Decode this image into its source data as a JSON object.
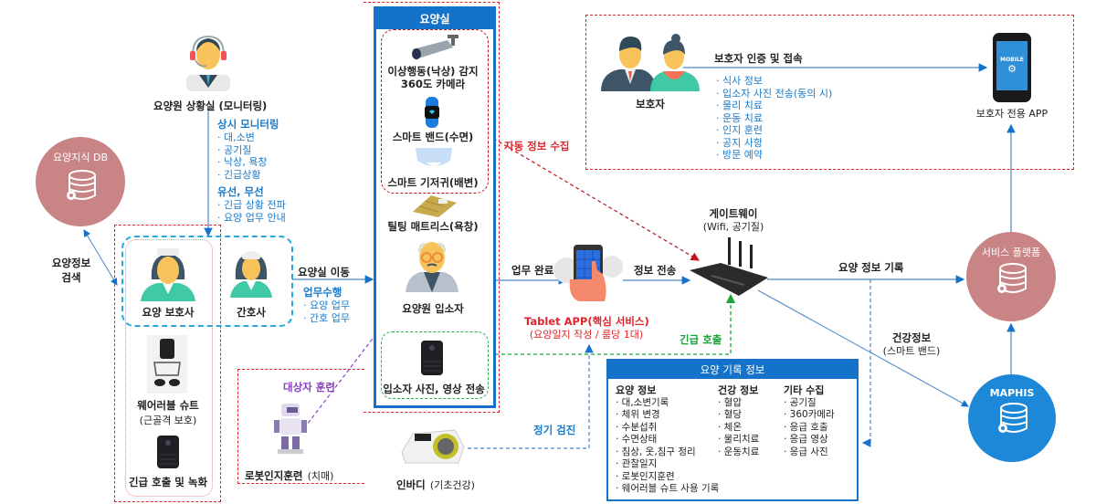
{
  "monitor": {
    "label": "요양원 상황실 (모니터링)",
    "heading1": "상시 모니터링",
    "items1": [
      "· 대,소변",
      "· 공기질",
      "· 낙상, 욕창",
      "· 긴급상황"
    ],
    "heading2": "유선, 무선",
    "items2": [
      "· 긴급 상황 전파",
      "· 요양 업무 안내"
    ]
  },
  "knowledge_db": {
    "label": "요양지식 DB",
    "link_label": [
      "요양정보",
      "검색"
    ]
  },
  "staff": {
    "caregiver": "요양 보호사",
    "nurse": "간호사",
    "wearable": [
      "웨어러블 슈트",
      "(근골격 보호)"
    ],
    "emergency_device": "긴급 호출 및 녹화",
    "move_label": "요양실 이동",
    "duty_heading": "업무수행",
    "duty_items": [
      "· 요양 업무",
      "· 간호 업무"
    ]
  },
  "room": {
    "title": "요양실",
    "camera": [
      "이상행동(낙상) 감지",
      "360도 카메라"
    ],
    "band": "스마트 밴드(수면)",
    "diaper": "스마트 기저귀(배변)",
    "mattress": "틸팅 매트리스(욕창)",
    "resident": "요양원 입소자",
    "photo": "입소자 사진, 영상 전송"
  },
  "robot": {
    "label": "로봇인지훈련",
    "sub": "(치매)",
    "link_label": "대상자 훈련"
  },
  "auto_collect": "자동 정보 수집",
  "tablet": {
    "in_label": "업무 완료",
    "out_label": "정보 전송",
    "title": "Tablet APP(핵심 서비스)",
    "sub": "(요양일지 작성 / 룸당 1대)"
  },
  "emergency_call": "긴급 호출",
  "inbody": {
    "label": "인바디",
    "sub": "(기초건강)",
    "link_label": "정기 검진"
  },
  "gateway": {
    "title": "게이트웨이",
    "sub": "(Wifi, 공기질)"
  },
  "guardian": {
    "label": "보호자",
    "link_label": "보호자 인증 및 접속",
    "items": [
      "· 식사 정보",
      "· 입소자 사진 전송(동의 시)",
      "· 물리 치료",
      "· 운동 치료",
      "· 인지 훈련",
      "· 공지 사항",
      "· 방문 예약"
    ],
    "app_label": "보호자 전용 APP",
    "app_screen": "MOBILE"
  },
  "platform": {
    "label": "서비스 플랫폼",
    "link_label": "요양 정보 기록"
  },
  "health_link": {
    "title": "건강정보",
    "sub": "(스마트 밴드)"
  },
  "maphis": {
    "label": "MAPHIS"
  },
  "records": {
    "title": "요양 기록 정보",
    "columns": [
      {
        "heading": "요양 정보",
        "items": [
          "· 대,소변기록",
          "· 체위 변경",
          "· 수분섭취",
          "· 수면상태",
          "· 침상, 옷,침구 정리",
          "· 관찰일지",
          "· 로봇인지훈련",
          "· 웨어러블 슈트 사용 기록"
        ]
      },
      {
        "heading": "건강 정보",
        "items": [
          "· 혈압",
          "· 혈당",
          "· 체온",
          "· 물리치료",
          "· 운동치료"
        ]
      },
      {
        "heading": "기타 수집",
        "items": [
          "· 공기질",
          "· 360카메라",
          "· 응급 호출",
          "· 응급 영상",
          "· 응급 사진"
        ]
      }
    ]
  },
  "colors": {
    "primary": "#1572c9",
    "alert": "#e0252c",
    "emergency": "#1aa33a",
    "training": "#8a3fc0",
    "db": "#c98585",
    "maphis": "#1e88d8"
  }
}
